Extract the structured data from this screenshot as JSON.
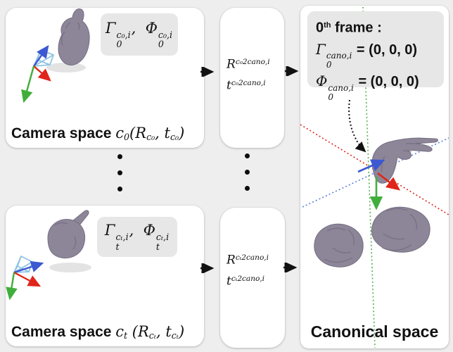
{
  "figure": {
    "kind": "camera-to-canonical-space-diagram",
    "colors": {
      "background": "#efeeef",
      "box_bg": "#ffffff",
      "pill_bg": "#e8e7e8",
      "text": "#111111",
      "axis_red": "#e0251b",
      "axis_green": "#3fae3a",
      "axis_blue": "#3c59d1",
      "dotted_blue": "#5b7fd6",
      "frustum_wire_blue": "#8ec4e2",
      "hand_mesh_gray": "#8d8698"
    },
    "icons": {
      "cam0_axes": "camera-frustum-axes-icon",
      "camt_axes": "camera-frustum-axes-icon",
      "cam0_hand": "thumbs-up-hand-mesh",
      "camt_hand": "pointing-hand-mesh",
      "canonical_center_hand": "flat-pointing-hand-mesh",
      "canonical_left_hand": "fist-hand-mesh",
      "canonical_right_hand": "fist-hand-mesh",
      "flow_arrows": "right-arrow-icon",
      "ellipsis": "vertical-dots-icon",
      "rotation_hint": "curved-dashed-arrow-icon"
    }
  },
  "boxes": {
    "cam0": {
      "pose_label_parts": [
        {
          "t": "Γ"
        },
        {
          "sup": "c₀,i",
          "sub": "0"
        },
        {
          "t": ",  "
        },
        {
          "t": "Φ"
        },
        {
          "sup": "c₀,i",
          "sub": "0"
        }
      ],
      "title_parts": [
        {
          "t": "Camera space ",
          "s": "b"
        },
        {
          "t": "c"
        },
        {
          "t": "0",
          "s": "sub"
        },
        {
          "t": "("
        },
        {
          "t": "R"
        },
        {
          "t": "c₀",
          "s": "sub"
        },
        {
          "t": ", "
        },
        {
          "t": "t"
        },
        {
          "t": "c₀",
          "s": "sub"
        },
        {
          "t": ")"
        }
      ]
    },
    "camt": {
      "pose_label_parts": [
        {
          "t": "Γ"
        },
        {
          "sup": "cₜ,i",
          "sub": "t"
        },
        {
          "t": ",  "
        },
        {
          "t": "Φ"
        },
        {
          "sup": "cₜ,i",
          "sub": "t"
        }
      ],
      "title_parts": [
        {
          "t": "Camera space ",
          "s": "b"
        },
        {
          "t": "c"
        },
        {
          "t": "t",
          "s": "sub"
        },
        {
          "t": " ("
        },
        {
          "t": "R"
        },
        {
          "t": "cₜ",
          "s": "sub"
        },
        {
          "t": ", "
        },
        {
          "t": "t"
        },
        {
          "t": "cₜ",
          "s": "sub"
        },
        {
          "t": ")"
        }
      ]
    },
    "transform0": {
      "r_parts": [
        {
          "t": "R"
        },
        {
          "t": "c₀2cano,i",
          "s": "sup"
        }
      ],
      "t_parts": [
        {
          "t": "t"
        },
        {
          "t": "c₀2cano,i",
          "s": "sup"
        }
      ]
    },
    "transformt": {
      "r_parts": [
        {
          "t": "R"
        },
        {
          "t": "cₜ2cano,i",
          "s": "sup"
        }
      ],
      "t_parts": [
        {
          "t": "t"
        },
        {
          "t": "cₜ2cano,i",
          "s": "sup"
        }
      ]
    },
    "canonical": {
      "frame_note_parts": [
        {
          "t": "0",
          "s": "b"
        },
        {
          "t": "th",
          "s": "bsup"
        },
        {
          "t": " frame :",
          "s": "b"
        }
      ],
      "gamma_parts": [
        {
          "t": "Γ"
        },
        {
          "sup": "cano,i",
          "sub": "0"
        },
        {
          "t": " = (0, 0, 0)",
          "s": "b"
        }
      ],
      "phi_parts": [
        {
          "t": "Φ"
        },
        {
          "sup": "cano,i",
          "sub": "0"
        },
        {
          "t": " = (0, 0, 0)",
          "s": "b"
        }
      ],
      "title": "Canonical space"
    }
  }
}
